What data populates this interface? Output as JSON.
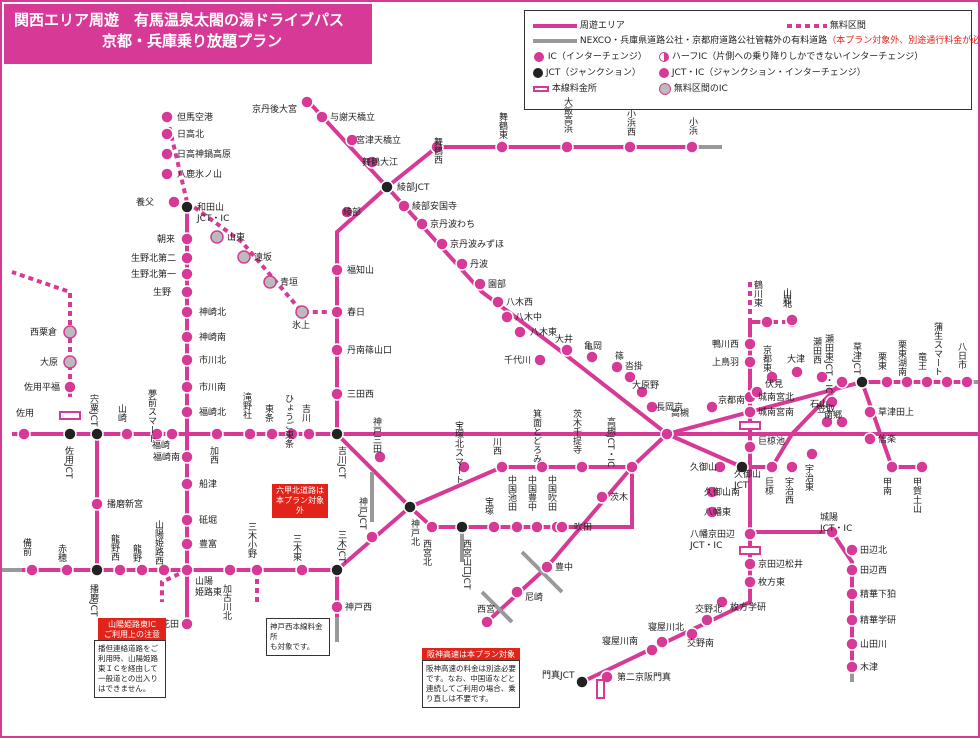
{
  "title": {
    "line1": "関西エリア周遊　有馬温泉太閤の湯ドライブパス",
    "line2": "京都・兵庫乗り放題プラン"
  },
  "legend": {
    "area_route": "周遊エリア",
    "free_section": "無料区間",
    "other_toll": "NEXCO・兵庫県道路公社・京都府道路公社管轄外の有料道路",
    "other_toll_note": "（本プラン対象外、別途通行料金が必要です）",
    "ic": "IC（インターチェンジ）",
    "half_ic": "ハーフIC（片側への乗り降りしかできないインターチェンジ）",
    "jct": "JCT（ジャンクション）",
    "jct_ic": "JCT・IC（ジャンクション・インターチェンジ）",
    "toll_gate": "本線料金所",
    "free_ic": "無料区間のIC"
  },
  "colors": {
    "route": "#d63a96",
    "gray": "#999999",
    "red": "#e2231a"
  },
  "notes": {
    "rokko_tag": "六甲北道路は\n本プラン対象外",
    "kobe_west_gate": "神戸西本線料金所\nも対象です。",
    "sanyo_tag": "山陽姫路東IC\nご利用上の注意",
    "sanyo_note": "播但連絡道路をご利用時、山陽姫路東ＩＣを経由して一般道との出入りはできません。",
    "hanshin_tag": "阪神高速は本プラン対象外",
    "hanshin_note": "阪神高速の料金は別途必要です。なお、中国道などと連続してご利用の場合、乗り直しは不要です。"
  },
  "stations": {
    "tajima_airport": "但馬空港",
    "hidaka_kita": "日高北",
    "hidaka_kannabe": "日高神鍋高原",
    "hachikita": "八鹿氷ノ山",
    "yabu": "養父",
    "wadayama": "和田山\nJCT・IC",
    "asago": "朝来",
    "ikuno2": "生野北第二",
    "ikuno1": "生野北第一",
    "ikuno": "生野",
    "kamikawa_n": "神崎北",
    "kamikawa_s": "神崎南",
    "ichikawa_n": "市川北",
    "ichikawa_s": "市川南",
    "fukusaki_n": "福崎北",
    "fukusaki": "福崎",
    "fukusaki_s": "福崎南",
    "funatsu": "船津",
    "shimakuma": "砥堀",
    "toyotomi": "豊富",
    "sanyo_himeji_e": "山陽\n姫路東",
    "hanada": "花田",
    "santo": "山東",
    "tosaka": "遠坂",
    "aogaki": "青垣",
    "hikami": "氷上",
    "kyotango": "京丹後大宮",
    "yosano": "与謝天橋立",
    "miyazu": "宮津天橋立",
    "maizuru_oe": "舞鶴大江",
    "ayabe_jct": "綾部JCT",
    "ayabe": "綾部",
    "fukuchiyama": "福知山",
    "kasuga": "春日",
    "tanba_sasayama": "丹南篠山口",
    "mita_w": "三田西",
    "maizuru_w": "舞鶴西",
    "maizuru_e": "舞鶴東",
    "oi": "大飯高浜",
    "obama_w": "小浜西",
    "obama": "小浜",
    "ayabe_anakokuji": "綾部安国寺",
    "kyotanba_wachi": "京丹波わち",
    "kyotanba_mizuho": "京丹波みずほ",
    "tanba": "丹波",
    "sonobe": "園部",
    "yagi_w": "八木西",
    "yagi_c": "八木中",
    "yagi_e": "八木東",
    "chiyokawa": "千代川",
    "ooi": "大井",
    "kameoka": "亀岡",
    "shino": "篠",
    "kutsukake": "沓掛",
    "ooharano": "大原野",
    "nagaokakyo": "長岡京",
    "saga_w": "西栗倉",
    "ohara": "大原",
    "sayo": "佐用平福",
    "sayo_ic": "佐用",
    "sayo_honsen": "佐用\n本線",
    "sayo_jct": "佐用JCT",
    "shiso_jct": "宍粟\nJCT",
    "yamasaki": "山崎",
    "yumesaki": "夢前\nスマート",
    "kasai": "加西",
    "takino_yashiro": "滝野社",
    "tojo": "東条",
    "hyogo_higashi": "ひょうご\n東条",
    "yokawa": "吉川",
    "yokawa_jct": "吉川JCT",
    "kobe_sanda": "神戸三田",
    "nishinomiya_yamaguchi": "西宮山口\nJCT",
    "takarazuka_kita": "宝塚北\nスマート",
    "kawanishi": "川西",
    "minoh": "箕面とどろみ",
    "ibaraki_senri": "茨木千提寺",
    "takatsuki_jct": "高槻\nJCT・IC",
    "takatsuki": "高槻",
    "banshin": "播磨新宮",
    "bizen": "備前",
    "ako": "赤穂",
    "tatsuno_w": "龍野西",
    "tatsuno": "龍野",
    "sanyo_himeji_w": "山陽姫路西",
    "harima_jct": "播磨JCT",
    "kakogawa_kita": "加古川北",
    "miki_ono": "三木小野",
    "miki_higashi": "三木東",
    "miki_jct": "三木JCT",
    "kobe_kita": "神戸北",
    "kobe_jct": "神戸JCT",
    "kobe_w": "神戸西",
    "nishinomiya_kita": "西宮北",
    "takarazuka": "宝塚",
    "chugoku_ikeda": "中国池田",
    "chugoku_toyonaka": "中国豊中",
    "chugoku_suita": "中国吹田",
    "suita": "吹田",
    "ibaraki": "茨木",
    "toyonaka": "豊中",
    "amagasaki": "尼崎",
    "nishinomiya": "西宮",
    "oyamazaki": "大山崎\nJCT・IC",
    "kyoto_minami": "京都南",
    "kyoto_higashi": "京都東",
    "otsu": "大津",
    "seta_w": "瀬田西",
    "seta_e": "瀬田東\nJCT・IC",
    "kusatsu_jct": "草津\nJCT",
    "kurito": "栗東",
    "kurito_konan": "栗東湖南",
    "ryuo": "竜王",
    "gamo": "蒲生スマート",
    "yokaichi": "八日市",
    "kusatsu_tagami": "草津田上",
    "shigaraki": "信楽",
    "konan": "甲南",
    "koka_tsuchiyama": "甲賀土山",
    "tsurukawa_e": "鶴川東",
    "yamashina": "山科",
    "karasuma_w": "鴨川西",
    "kamitoba": "上鳥羽",
    "jonan_miyakita": "城南宮北",
    "jonan_miyanami": "城南宮南",
    "fushimi": "伏見",
    "kamaike_honsen": "巨椋池本線",
    "kamaike": "巨椋池",
    "kumiyama": "久御山",
    "kumiyama_jct": "久御山\nJCT",
    "kumiyama_awaji": "久御山淀",
    "kumiyama_minami": "久御山南",
    "yawata_higashi": "八幡東",
    "yawata_kyotanabe": "八幡京田辺\nJCT・IC",
    "kyotanabe_honsen": "京田辺本線",
    "kyotanabe_matsui": "京田辺松井",
    "hirakata_e": "枚方東",
    "hirakata_gakuen": "枚方学研",
    "katano_kita": "交野北",
    "katano_minami": "交野南",
    "neyagawa_kita": "寝屋川北",
    "neyagawa_minami": "寝屋川南",
    "daini_keihan_kadoma": "第二京阪門真",
    "kadoma_jct": "門真JCT",
    "kadoma_honsen": "門真本線",
    "ogura": "巨椋",
    "ujinishi": "宇治西",
    "uji_higashi": "宇治東",
    "kasatori": "笠取",
    "ishiyama": "石山",
    "nango": "南郷",
    "jojo_jct": "城陽\nJCT・IC",
    "tanabe_kita": "田辺北",
    "tanabe_nishi": "田辺西",
    "seika_shimo": "精華下狛",
    "seika_gakken": "精華学研",
    "yamadagawa": "山田川",
    "kizu": "木津",
    "yamakita": "山北",
    "sanjugoku": "三田西"
  }
}
